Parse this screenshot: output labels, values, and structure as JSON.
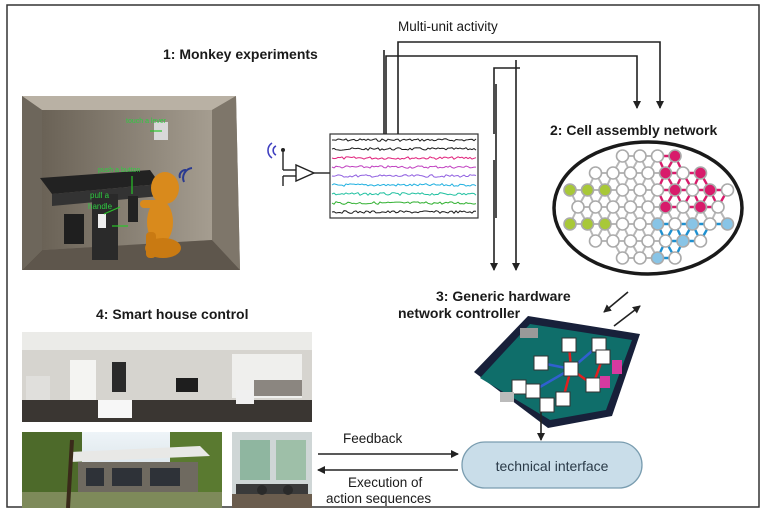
{
  "sections": {
    "monkey": "1: Monkey experiments",
    "cell_network": "2: Cell assembly network",
    "hardware_line1": "3: Generic hardware",
    "hardware_line2": "network controller",
    "smart_house": "4: Smart house control"
  },
  "signals": {
    "multi_unit": "Multi-unit activity",
    "feedback": "Feedback",
    "execution_line1": "Execution of",
    "execution_line2": "action sequences"
  },
  "interface_label": "technical interface",
  "cage_labels": {
    "lever": "touch a lever",
    "button": "push a button",
    "handle_line1": "pull a",
    "handle_line2": "handle"
  },
  "colors": {
    "trace_colors": [
      "#1a1a1a",
      "#1a1a1a",
      "#e0207a",
      "#c040c0",
      "#9060e0",
      "#20b0e0",
      "#20c0a0",
      "#30b030",
      "#1a1a1a"
    ],
    "network_red": "#d81b6b",
    "network_blue": "#1e90d0",
    "network_green": "#a8c838",
    "interface_fill": "#c9dde9"
  }
}
